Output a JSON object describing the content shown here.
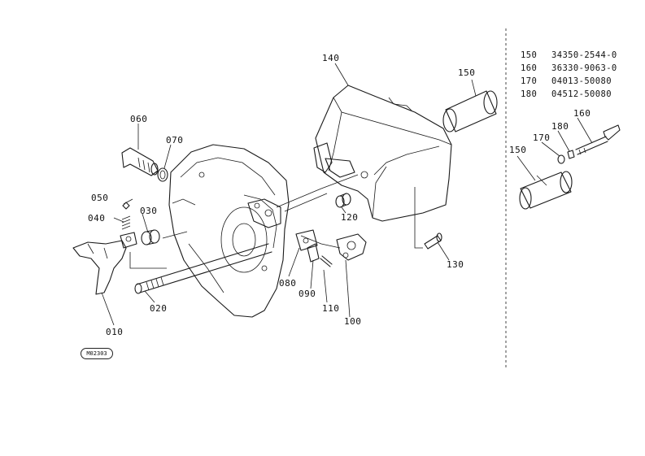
{
  "callouts": {
    "c010": "010",
    "c020": "020",
    "c030": "030",
    "c040": "040",
    "c050": "050",
    "c060": "060",
    "c070": "070",
    "c080": "080",
    "c090": "090",
    "c100": "100",
    "c110": "110",
    "c120": "120",
    "c130": "130",
    "c140": "140",
    "c150a": "150",
    "c150b": "150",
    "c160": "160",
    "c170": "170",
    "c180": "180"
  },
  "legend": [
    {
      "ref": "150",
      "part": "34350-2544-0"
    },
    {
      "ref": "160",
      "part": "36330-9063-0"
    },
    {
      "ref": "170",
      "part": "04013-50080"
    },
    {
      "ref": "180",
      "part": "04512-50080"
    }
  ],
  "stamp": "M02303"
}
